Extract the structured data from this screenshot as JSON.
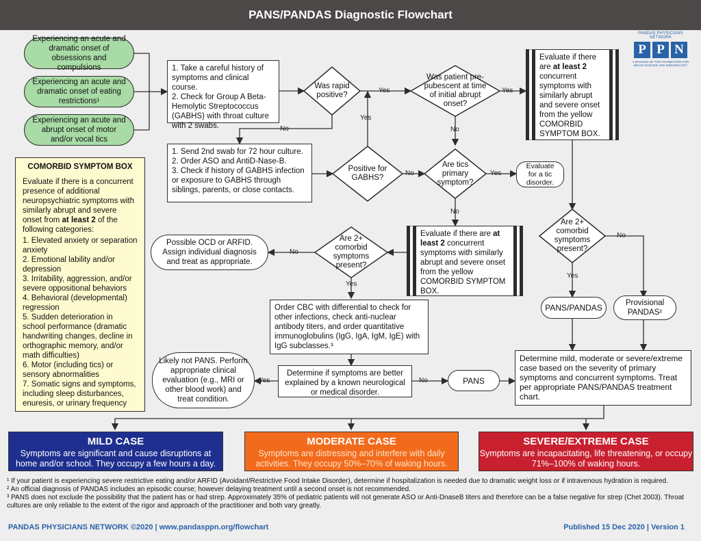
{
  "title": "PANS/PANDAS Diagnostic Flowchart",
  "logo": {
    "top_text": "PANDAS PHYSICIANS NETWORK",
    "letters": [
      "P",
      "P",
      "N"
    ],
    "sub_text": "A DIVISION OF THE FOUNDATION FOR BRAIN SCIENCE AND IMMUNOLOGY"
  },
  "onsets": [
    "Experiencing an acute and dramatic onset of obsessions and compulsions",
    "Experiencing an acute and dramatic onset of eating restrictions¹",
    "Experiencing an acute and abrupt onset of motor and/or vocal tics"
  ],
  "boxes": {
    "history": "1. Take a careful history of symptoms and clinical course.\n2. Check for Group A Beta-Hemolytic Streptococcus (GABHS) with throat culture with 2 swabs.",
    "second_swab": "1. Send 2nd swab for 72 hour culture.\n2. Order ASO and AntiD-Nase-B.\n3. Check if history of GABHS infection or exposure to GABHS through siblings, parents, or close contacts.",
    "evaluate_right_pre": "Evaluate if there are ",
    "evaluate_right_bold": "at least 2",
    "evaluate_right_post": " concurrent symptoms with similarly abrupt and severe onset from the yellow COMORBID SYMPTOM BOX.",
    "evaluate_mid_pre": "Evaluate if there are ",
    "evaluate_mid_bold": "at least 2",
    "evaluate_mid_post": " concurrent symptoms with similarly abrupt and severe onset from the yellow COMORBID SYMPTOM BOX.",
    "tic_disorder": "Evaluate for a tic disorder.",
    "ocd_arfid": "Possible OCD or ARFID. Assign individual diagnosis and treat as appropriate.",
    "order_cbc": "Order CBC with differential to check for other infections, check anti-nuclear antibody titers, and order quantitative immunoglobulins (IgG, IgA, IgM, IgE) with IgG subclasses.³",
    "likely_not_pans": "Likely not PANS. Perform appropriate clinical evaluation (e.g., MRI or other blood work) and treat condition.",
    "determine_explained": "Determine if symptoms are better explained by a known neurological or medical disorder.",
    "pans": "PANS",
    "pans_pandas": "PANS/PANDAS",
    "provisional": "Provisional PANDAS²",
    "determine_severity": "Determine mild, moderate or severe/extreme case based on the severity of primary symptoms and concurrent symptoms. Treat per appropriate PANS/PANDAS treatment chart."
  },
  "decisions": {
    "rapid": "Was rapid positive?",
    "prepubescent": "Was patient pre-pubescent at time of initial abrupt onset?",
    "positive_gabhs": "Positive for GABHS?",
    "tics_primary": "Are tics primary symptom?",
    "comorbid_right": "Are 2+ comorbid symptoms present?",
    "comorbid_left": "Are 2+ comorbid symptoms present?"
  },
  "edge_labels": {
    "yes": "Yes",
    "no": "No"
  },
  "comorbid_box": {
    "title": "COMORBID SYMPTOM BOX",
    "intro_pre": "Evaluate if there is a concurrent presence of additional neuropsychiatric symptoms with similarly abrupt and severe onset from ",
    "intro_bold": "at least 2",
    "intro_post": " of the following categories:",
    "items": [
      "1. Elevated anxiety or separation anxiety",
      "2. Emotional lability and/or depression",
      "3. Irritability, aggression, and/or severe oppositional behaviors",
      "4. Behavioral (developmental) regression",
      "5. Sudden deterioration in school performance (dramatic handwriting changes, decline in orthographic memory, and/or math difficulties)",
      "6. Motor (including tics) or sensory abnormalities",
      "7. Somatic signs and symptoms, including sleep disturbances, enuresis, or urinary frequency"
    ]
  },
  "cases": [
    {
      "title": "MILD CASE",
      "desc": "Symptoms are significant and cause disruptions at home and/or school. They occupy a few hours a day.",
      "color": "#1e2f8f",
      "desc_color": "#ffffff"
    },
    {
      "title": "MODERATE CASE",
      "desc": "Symptoms are distressing and interfere with daily activities. They occupy 50%–70% of waking hours.",
      "color": "#f26b1d",
      "desc_color": "#fde3c6"
    },
    {
      "title": "SEVERE/EXTREME CASE",
      "desc": "Symptoms are incapacitating, life threatening, or occupy 71%–100% of waking hours.",
      "color": "#c8202f",
      "desc_color": "#ffffff"
    }
  ],
  "footnotes": [
    "¹ If your patient is experiencing severe restrictive eating and/or ARFID (Avoidant/Restrictive Food Intake Disorder), determine if hospitalization is needed due to dramatic weight loss or if intravenous hydration is required.",
    "² An official diagnosis of PANDAS includes an episodic course; however delaying treatment until a second onset is not recommended.",
    "³ PANS does not exclude the possibility that the patient has or had strep. Approximately 35% of pediatric patients will not generate ASO or Anti-DnaseB titers and therefore can be a false negative for strep (Chet 2003).  Throat cultures are only reliable to the extent of the rigor and approach of the practitioner and both vary greatly."
  ],
  "footer": {
    "left": "PANDAS PHYSICIANS NETWORK ©2020  |  www.pandasppn.org/flowchart",
    "right": "Published 15 Dec 2020  |  Version 1"
  },
  "colors": {
    "header": "#4d4848",
    "onset_green": "#a8dba5",
    "comorbid_yellow": "#fdfbcf",
    "brand_blue": "#2a62a8"
  }
}
